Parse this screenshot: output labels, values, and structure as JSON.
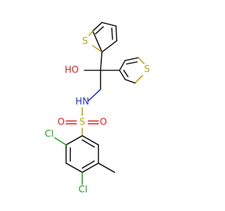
{
  "molecule": {
    "atoms": {
      "s_thiophene2": "S",
      "s_thiophene3": "S",
      "hydroxyl": "HO",
      "amide_h": "H",
      "amide_n": "N",
      "sulfonyl_s": "S",
      "sulfonyl_o_left": "O",
      "sulfonyl_o_right": "O",
      "cl_ortho": "Cl",
      "cl_para": "Cl"
    },
    "colors": {
      "carbon_bond": "#1a1a1a",
      "sulfur": "#b8a800",
      "oxygen": "#e02020",
      "nitrogen": "#2030d8",
      "chlorine": "#1fa01f"
    }
  }
}
